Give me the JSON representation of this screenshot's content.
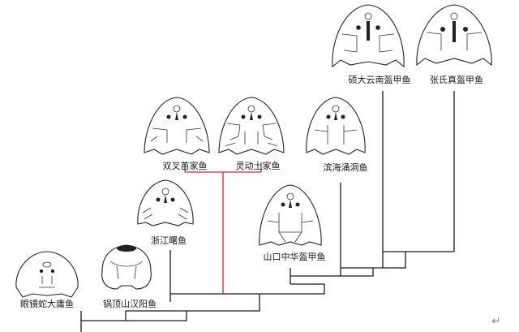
{
  "taxa": [
    {
      "id": "yanjing",
      "label": "眼镜蛇大庸鱼"
    },
    {
      "id": "guoding",
      "label": "锅顶山汉阳鱼"
    },
    {
      "id": "zhejiang",
      "label": "浙江曙鱼"
    },
    {
      "id": "shuangcha",
      "label": "双叉苗家鱼"
    },
    {
      "id": "lingdong",
      "label": "灵动土家鱼"
    },
    {
      "id": "binhai",
      "label": "滨海涌洞鱼"
    },
    {
      "id": "shankou",
      "label": "山口中华盔甲鱼"
    },
    {
      "id": "shuoda",
      "label": "硕大云南盔甲鱼"
    },
    {
      "id": "zhangshi",
      "label": "张氏真盔甲鱼"
    }
  ],
  "highlight_color": "#d42a2a",
  "line_color": "#1a1a1a",
  "return_mark": "↵"
}
